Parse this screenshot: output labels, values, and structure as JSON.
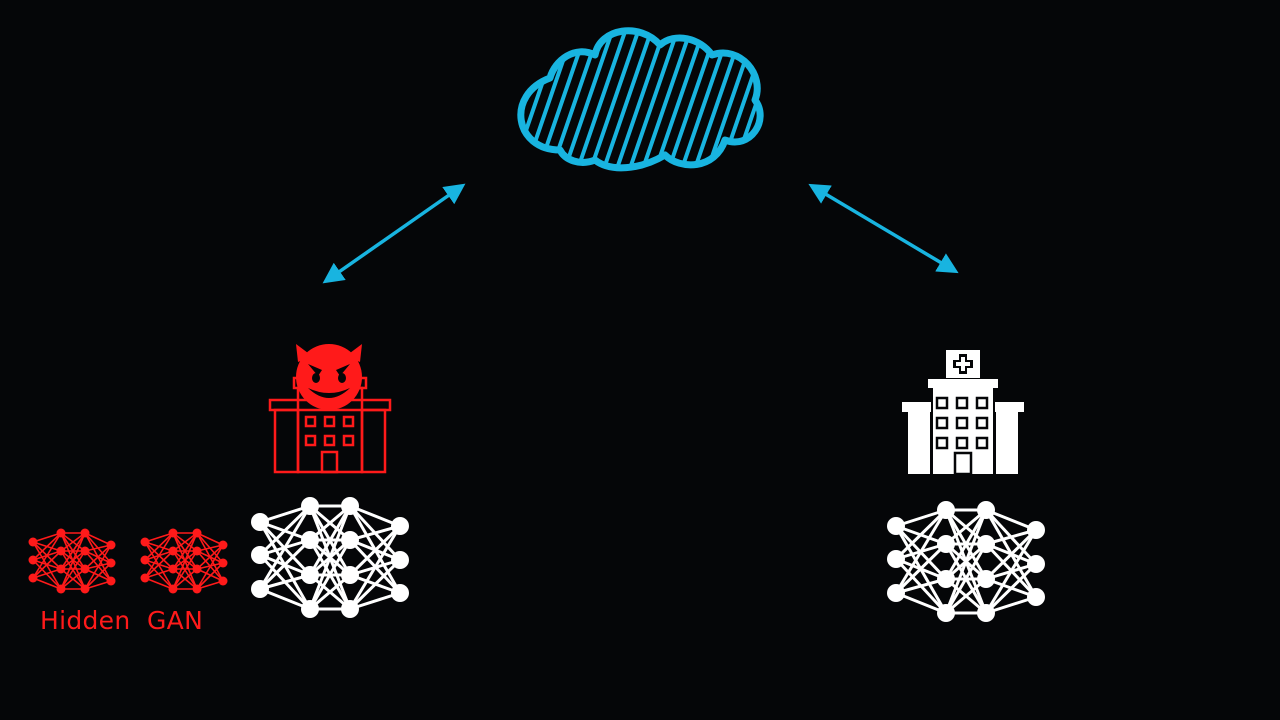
{
  "diagram": {
    "nodes": [
      {
        "id": "cloud",
        "name": "cloud-server",
        "icon": "cloud-icon",
        "color": "#18b4e0"
      },
      {
        "id": "malicious",
        "name": "malicious-hospital",
        "icon": "hospital-icon",
        "badge_icon": "devil-emoji-icon",
        "color": "#ff1a1a"
      },
      {
        "id": "benign",
        "name": "benign-hospital",
        "icon": "hospital-icon",
        "color": "#ffffff"
      }
    ],
    "edges": [
      {
        "from": "cloud",
        "to": "malicious",
        "direction": "bidirectional"
      },
      {
        "from": "cloud",
        "to": "benign",
        "direction": "bidirectional"
      }
    ],
    "models": [
      {
        "attached_to": "malicious",
        "icon": "neural-network-icon",
        "color": "#ffffff"
      },
      {
        "attached_to": "benign",
        "icon": "neural-network-icon",
        "color": "#ffffff"
      },
      {
        "attached_to": "malicious",
        "icon": "gan-network-icon",
        "count": 2,
        "color": "#ff2020"
      }
    ],
    "hidden_gan_label": "Hidden  GAN"
  },
  "colors": {
    "background": "#050608",
    "accent": "#18b4e0",
    "attacker": "#ff1a1a",
    "benign": "#ffffff"
  }
}
